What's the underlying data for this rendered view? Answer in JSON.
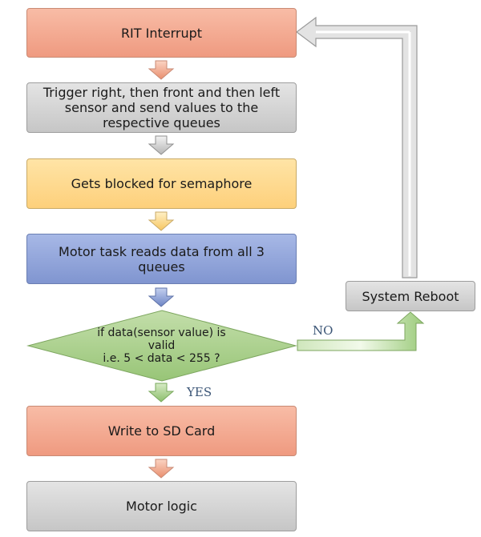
{
  "nodes": {
    "rit_interrupt": "RIT Interrupt",
    "trigger_sensors": "Trigger right, then front and then left sensor and send values to the respective queues",
    "blocked_semaphore": "Gets blocked for semaphore",
    "motor_task": "Motor task reads data from all 3 queues",
    "decision": "if data(sensor value) is\nvalid\ni.e. 5 < data < 255 ?",
    "write_sd": "Write to SD Card",
    "motor_logic": "Motor logic",
    "system_reboot": "System Reboot"
  },
  "edges": {
    "no_label": "NO",
    "yes_label": "YES"
  },
  "colors": {
    "orange": "#ef9a80",
    "gray": "#c6c6c6",
    "yellow": "#fdd07b",
    "blue": "#8095d0",
    "green": "#a9cf8a",
    "arrow_gray": "#d6d6d6"
  }
}
